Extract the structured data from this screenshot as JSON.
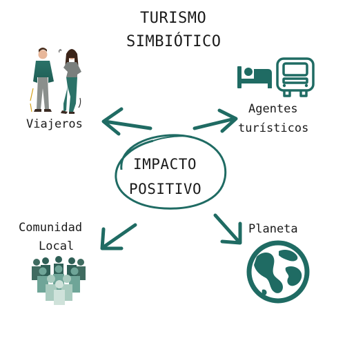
{
  "title": {
    "line1": "TURISMO",
    "line2": "SIMBIÓTICO"
  },
  "center": {
    "line1": "IMPACTO",
    "line2": "POSITIVO"
  },
  "nodes": {
    "viajeros": {
      "label": "Viajeros"
    },
    "agentes": {
      "line1": "Agentes",
      "line2": "turísticos"
    },
    "comunidad": {
      "line1": "Comunidad",
      "line2": "Local"
    },
    "planeta": {
      "label": "Planeta"
    }
  },
  "colors": {
    "accent": "#1f6b63",
    "accent_light": "#6fa598",
    "accent_pale": "#a9cbbf",
    "text": "#1a1a1a"
  },
  "icons": {
    "viajeros": "travelers-couple-icon",
    "agentes_bed": "bed-icon",
    "agentes_bus": "bus-icon",
    "comunidad": "crowd-icon",
    "planeta": "globe-icon"
  }
}
